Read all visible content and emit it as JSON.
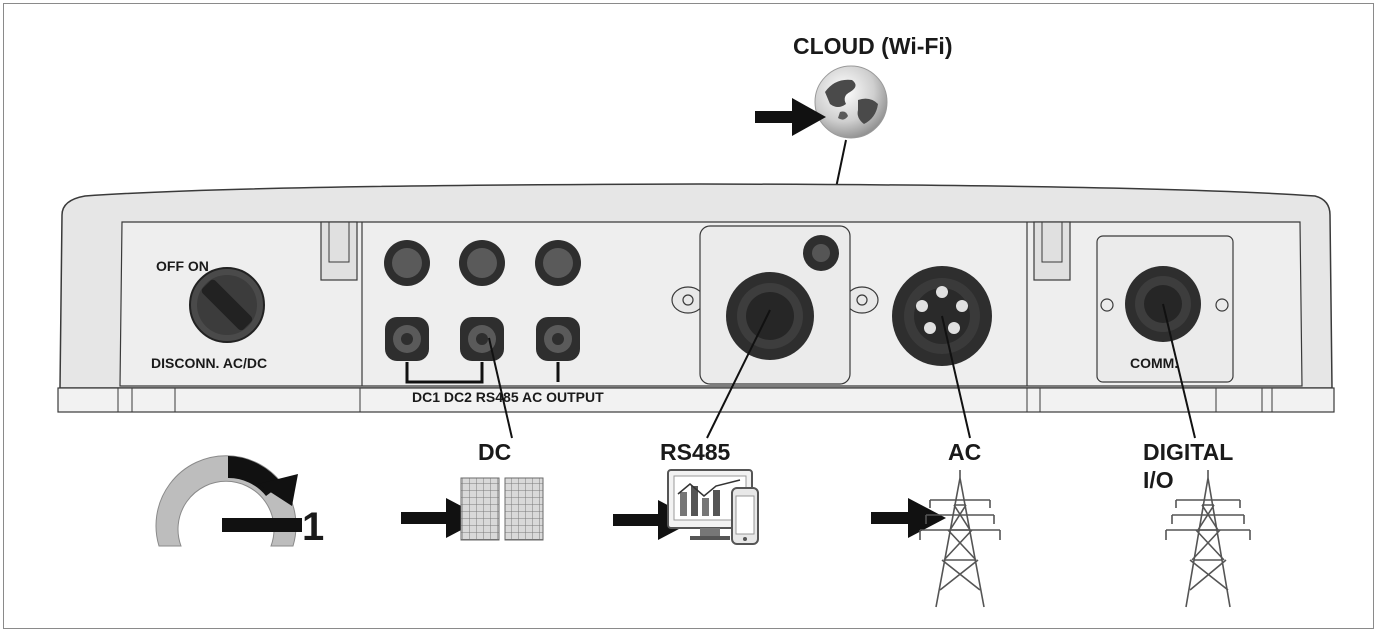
{
  "labels": {
    "cloud": "CLOUD (Wi-Fi)",
    "off_on": "OFF ON",
    "disconn": "DISCONN. AC/DC",
    "port_row": "DC1 DC2 RS485 AC OUTPUT",
    "comm": "COMM.",
    "dc": "DC",
    "rs485": "RS485",
    "ac": "AC",
    "digital_line1": "DIGITAL",
    "digital_line2": "I/O",
    "switch_number": "1"
  },
  "colors": {
    "housing": "#e8e8e8",
    "panel": "#f0f0f0",
    "outline": "#3a3a3a",
    "connector": "#2e2e2e",
    "arrow": "#111111"
  }
}
